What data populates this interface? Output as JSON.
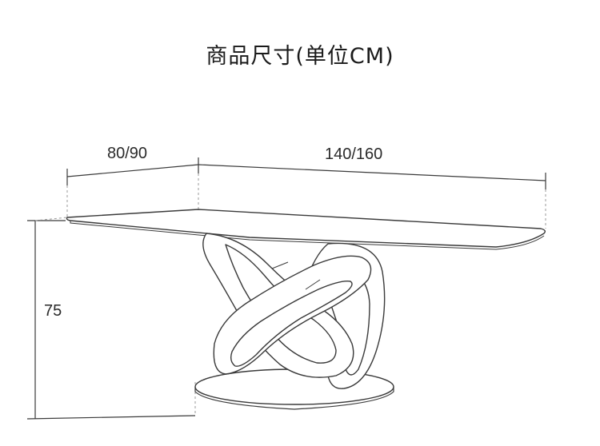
{
  "title": "商品尺寸(单位CM)",
  "dimensions": {
    "depth": "80/90",
    "length": "140/160",
    "height": "75"
  },
  "colors": {
    "line": "#4a4a4a",
    "guide": "#9a9a9a",
    "text": "#222222"
  }
}
